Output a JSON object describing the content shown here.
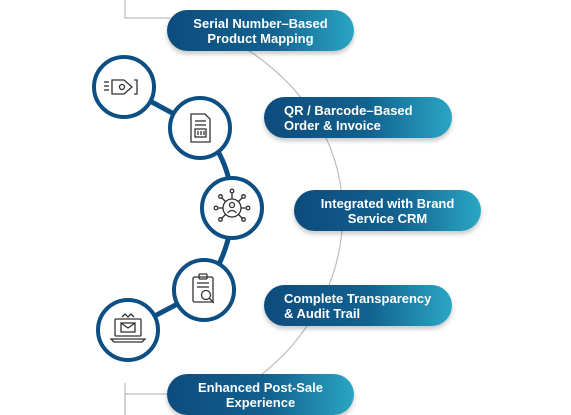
{
  "features": [
    {
      "line1": "Serial Number–Based",
      "line2": "Product Mapping"
    },
    {
      "line1": "QR / Barcode–Based",
      "line2": "Order & Invoice"
    },
    {
      "line1": "Integrated with Brand",
      "line2": "Service CRM"
    },
    {
      "line1": "Complete Transparency",
      "line2": "& Audit Trail"
    },
    {
      "line1": "Enhanced Post-Sale",
      "line2": "Experience"
    }
  ],
  "icons": [
    {
      "name": "tag-pointer-icon"
    },
    {
      "name": "document-icon"
    },
    {
      "name": "network-person-icon"
    },
    {
      "name": "clipboard-search-icon"
    },
    {
      "name": "laptop-mail-icon"
    }
  ],
  "colors": {
    "pill_dark": "#0d4c7d",
    "pill_light": "#2aa6c3",
    "chain": "#0e4f83",
    "arc": "#b9bcc2",
    "icon_stroke": "#333333"
  }
}
